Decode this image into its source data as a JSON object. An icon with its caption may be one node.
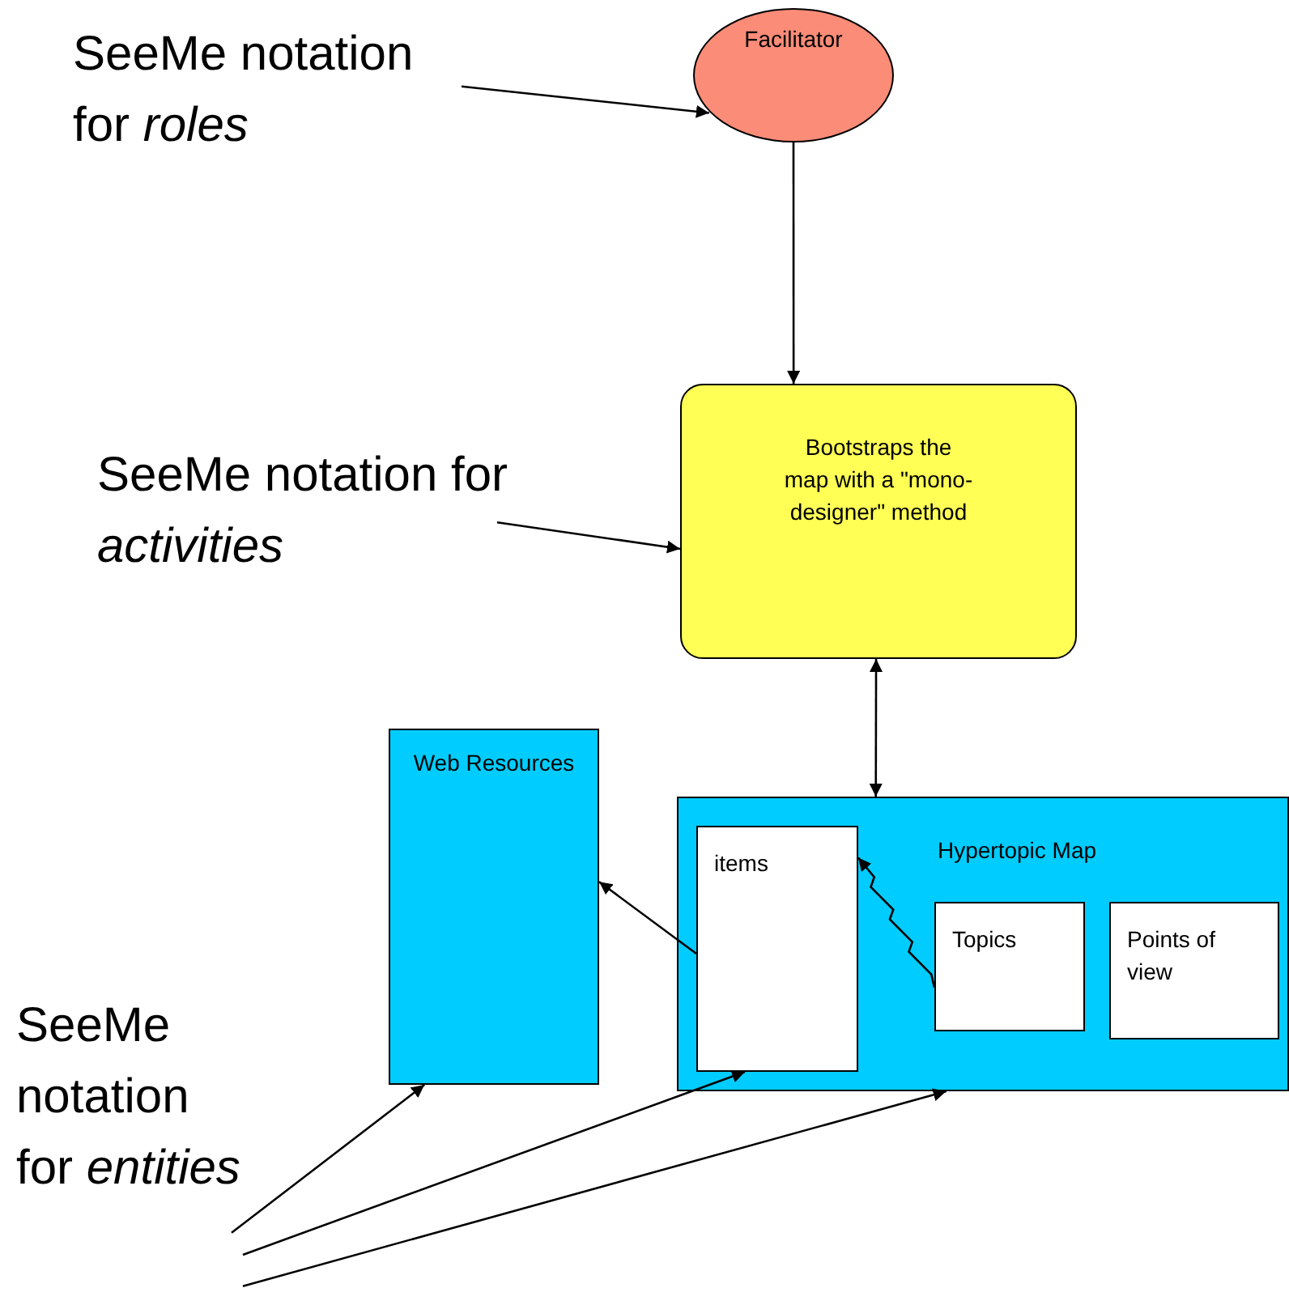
{
  "diagram": {
    "nodes": [
      {
        "text": [
          "SeeMe notation for *roles*"
        ]
      },
      {
        "text": [
          "Facilitator"
        ]
      },
      {
        "text": [
          "SeeMe notation for *activities*"
        ]
      },
      {
        "text": [
          "Bootstraps the map with a \"mono-designer\" method"
        ]
      },
      {
        "text": [
          "Web Resources"
        ]
      },
      {
        "text": [
          "Hypertopic Map"
        ]
      },
      {
        "text": [
          "items"
        ],
        "in": 5
      },
      {
        "text": [
          "Topics"
        ],
        "in": 5
      },
      {
        "text": [
          "Points of view"
        ],
        "in": 5
      },
      {
        "text": [
          "SeeMe notation for *entities*"
        ]
      }
    ],
    "edges": [
      {
        "from": 0,
        "to": 1,
        "arrow": "to"
      },
      {
        "from": 1,
        "to": 3,
        "arrow": "to"
      },
      {
        "from": 2,
        "to": 3,
        "arrow": "to"
      },
      {
        "from": 3,
        "to": 5,
        "arrow": "both"
      },
      {
        "from": 6,
        "to": 4,
        "arrow": "to"
      },
      {
        "from": 7,
        "to": 6,
        "arrow": "to"
      },
      {
        "from": 9,
        "to": 4,
        "arrow": "to"
      },
      {
        "from": 9,
        "to": 6,
        "arrow": "to"
      },
      {
        "from": 9,
        "to": 5,
        "arrow": "to"
      }
    ]
  }
}
